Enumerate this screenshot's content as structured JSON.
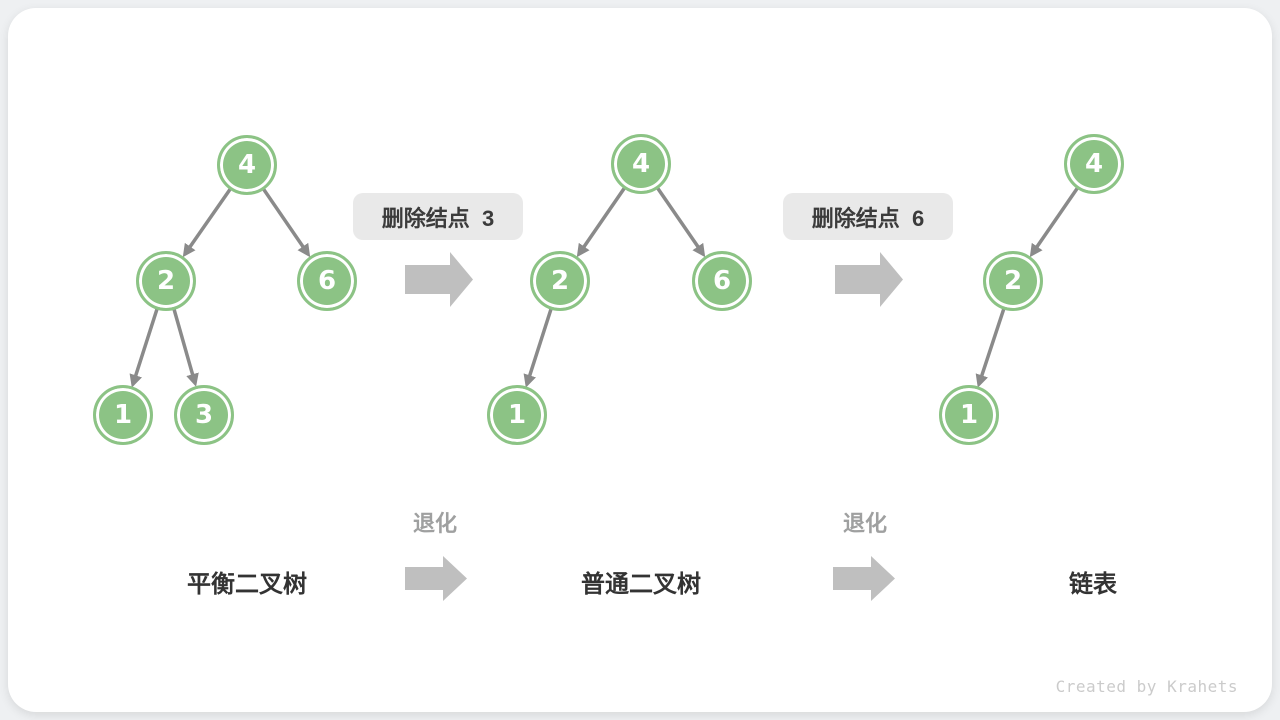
{
  "diagram": {
    "title_semantic": "binary search tree degradation after node removals",
    "trees": [
      {
        "caption": "平衡二叉树",
        "nodes": [
          "4",
          "2",
          "6",
          "1",
          "3"
        ],
        "edges": [
          [
            "4",
            "2"
          ],
          [
            "4",
            "6"
          ],
          [
            "2",
            "1"
          ],
          [
            "2",
            "3"
          ]
        ]
      },
      {
        "caption": "普通二叉树",
        "nodes": [
          "4",
          "2",
          "6",
          "1"
        ],
        "edges": [
          [
            "4",
            "2"
          ],
          [
            "4",
            "6"
          ],
          [
            "2",
            "1"
          ]
        ]
      },
      {
        "caption": "链表",
        "nodes": [
          "4",
          "2",
          "1"
        ],
        "edges": [
          [
            "4",
            "2"
          ],
          [
            "2",
            "1"
          ]
        ]
      }
    ],
    "operations": [
      {
        "label": "删除结点  3"
      },
      {
        "label": "删除结点  6"
      }
    ],
    "degrade_label": "退化"
  },
  "colors": {
    "node_fill": "#8CC385",
    "node_ring": "#FFFFFF",
    "edge": "#8A8A8A",
    "block_arrow": "#BFBFBF",
    "op_label_bg": "#E9E9E9",
    "op_label_text": "#3B3B3B",
    "caption_text": "#333333",
    "degrade_text": "#9FA0A0",
    "card_bg": "#FFFFFF"
  },
  "footer": {
    "watermark": "Created by Krahets"
  }
}
